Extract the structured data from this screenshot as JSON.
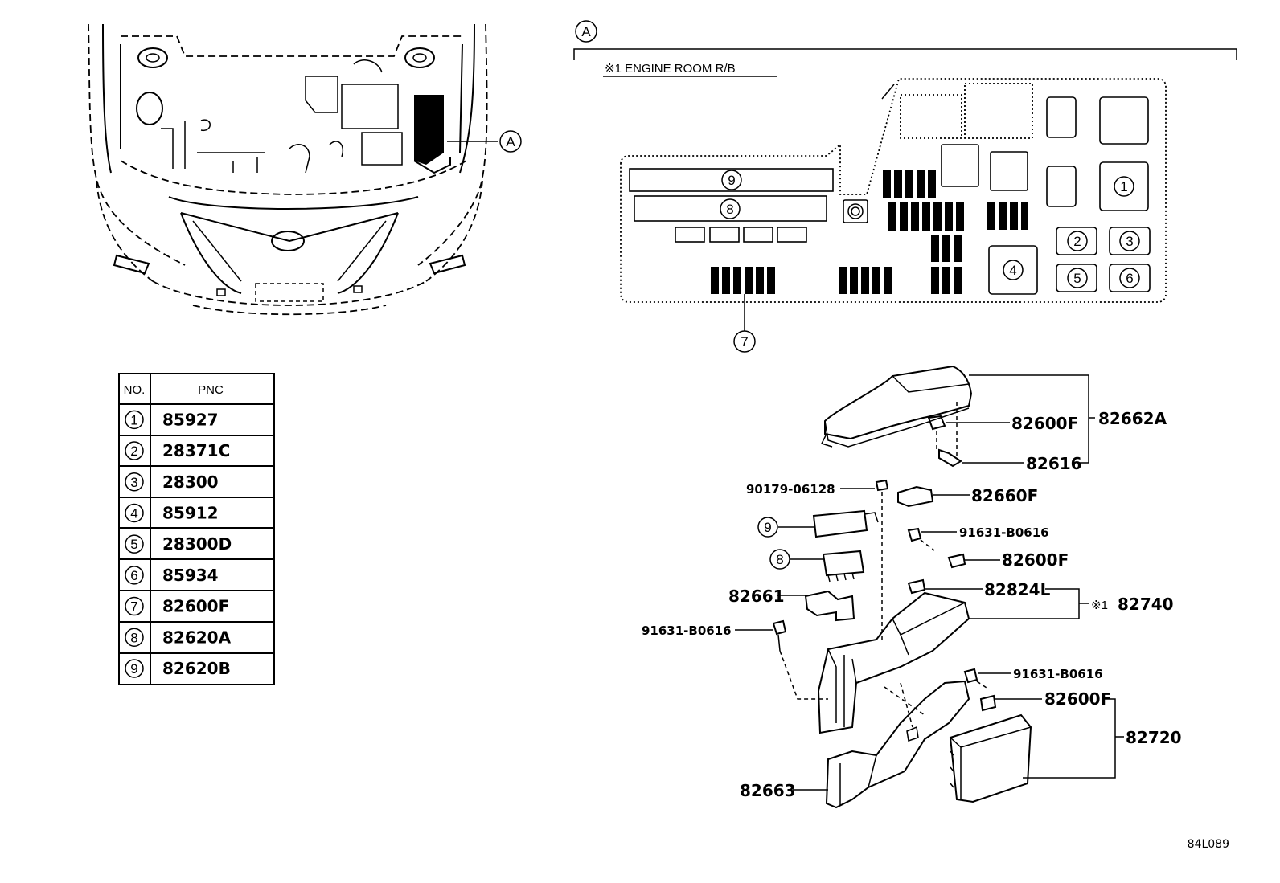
{
  "diagram_id": "84L089",
  "view_marker": "A",
  "engine_room_label": "※1 ENGINE ROOM R/B",
  "table": {
    "headers": {
      "no": "NO.",
      "pnc": "PNC"
    },
    "rows": [
      {
        "no": "1",
        "pnc": "85927"
      },
      {
        "no": "2",
        "pnc": "28371C"
      },
      {
        "no": "3",
        "pnc": "28300"
      },
      {
        "no": "4",
        "pnc": "85912"
      },
      {
        "no": "5",
        "pnc": "28300D"
      },
      {
        "no": "6",
        "pnc": "85934"
      },
      {
        "no": "7",
        "pnc": "82600F"
      },
      {
        "no": "8",
        "pnc": "82620A"
      },
      {
        "no": "9",
        "pnc": "82620B"
      }
    ]
  },
  "layout_circles": [
    "1",
    "2",
    "3",
    "4",
    "5",
    "6",
    "7",
    "8",
    "9"
  ],
  "part_labels": {
    "p82662A": "82662A",
    "p82600F_a": "82600F",
    "p82616": "82616",
    "p90179": "90179-06128",
    "p82660F": "82660F",
    "p91631_a": "91631-B0616",
    "p82600F_b": "82600F",
    "p82824L": "82824L",
    "p82740_mark": "※1",
    "p82740": "82740",
    "p82661": "82661",
    "p91631_b": "91631-B0616",
    "p91631_c": "91631-B0616",
    "p82600F_c": "82600F",
    "p82720": "82720",
    "p82663": "82663"
  },
  "callout_circles": {
    "c9": "9",
    "c8": "8"
  }
}
